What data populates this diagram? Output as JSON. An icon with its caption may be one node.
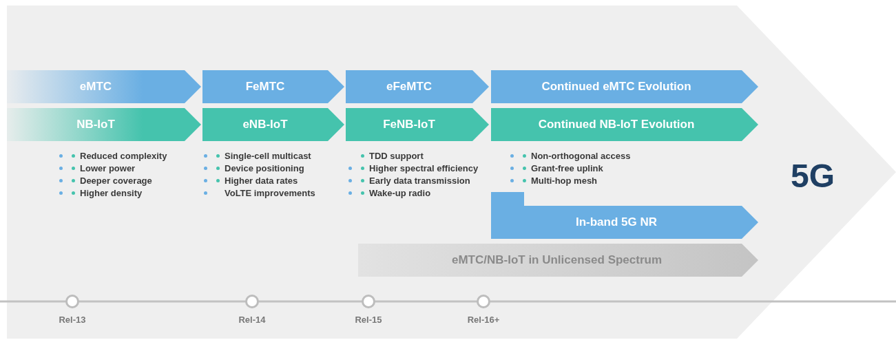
{
  "diagram": {
    "nodes": [
      {
        "text": [
          "5G"
        ]
      },
      {
        "text": [
          "eMTC"
        ],
        "in": 0
      },
      {
        "text": [
          "FeMTC"
        ],
        "in": 0
      },
      {
        "text": [
          "eFeMTC"
        ],
        "in": 0
      },
      {
        "text": [
          "Continued eMTC Evolution"
        ],
        "in": 0
      },
      {
        "text": [
          "NB-IoT"
        ],
        "in": 0
      },
      {
        "text": [
          "eNB-IoT"
        ],
        "in": 0
      },
      {
        "text": [
          "FeNB-IoT"
        ],
        "in": 0
      },
      {
        "text": [
          "Continued NB-IoT Evolution"
        ],
        "in": 0
      },
      {
        "text": [
          "In-band 5G NR"
        ],
        "in": 0
      },
      {
        "text": [
          "eMTC/NB-IoT in Unlicensed Spectrum"
        ],
        "in": 0
      },
      {
        "text": [],
        "shape": "circle",
        "in": 0,
        "beside": [
          "Rel-13"
        ]
      },
      {
        "text": [],
        "shape": "circle",
        "in": 0,
        "beside": [
          "Rel-14"
        ]
      },
      {
        "text": [],
        "shape": "circle",
        "in": 0,
        "beside": [
          "Rel-15"
        ]
      },
      {
        "text": [],
        "shape": "circle",
        "in": 0,
        "beside": [
          "Rel-16+"
        ]
      }
    ],
    "edges": [],
    "labels": [
      "Reduced complexity",
      "Lower power",
      "Deeper coverage",
      "Higher density",
      "Single-cell multicast",
      "Device positioning",
      "Higher data rates",
      "VoLTE improvements",
      "TDD support",
      "Higher spectral efficiency",
      "Early data transmission",
      "Wake-up radio",
      "Non-orthogonal access",
      "Grant-free uplink",
      "Multi-hop mesh"
    ]
  }
}
